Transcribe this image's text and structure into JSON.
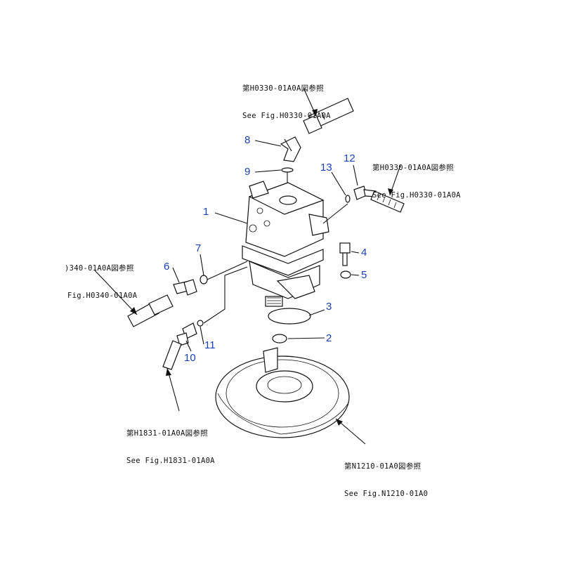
{
  "references": {
    "top": {
      "ja": "第H0330-01A0A図参照",
      "en": "See Fig.H0330-01A0A"
    },
    "right_top": {
      "ja": "第H0330-01A0A図参照",
      "en": "See Fig.H0330-01A0A"
    },
    "left": {
      "ja": ")340-01A0A図参照",
      "en": "Fig.H0340-01A0A"
    },
    "bottom_left": {
      "ja": "第H1831-01A0A図参照",
      "en": "See Fig.H1831-01A0A"
    },
    "bottom_right": {
      "ja": "第N1210-01A0図参照",
      "en": "See Fig.N1210-01A0"
    }
  },
  "part_numbers": [
    "1",
    "2",
    "3",
    "4",
    "5",
    "6",
    "7",
    "8",
    "9",
    "10",
    "11",
    "12",
    "13"
  ],
  "colors": {
    "callout_number": "#1a3fb8",
    "line": "#111111",
    "background": "#ffffff"
  }
}
